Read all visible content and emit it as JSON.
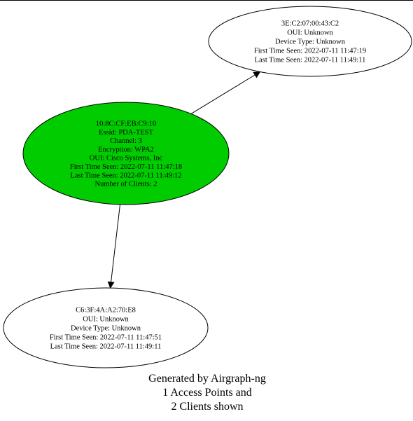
{
  "colors": {
    "ap_fill": "#00cc00",
    "client_fill": "#ffffff",
    "stroke": "#000000",
    "top_border": "#000000"
  },
  "nodes": {
    "access_point": {
      "kind": "access-point",
      "lines": [
        "10:8C:CF:EB:C9:10",
        "Essid: PDA-TEST",
        "Channel: 3",
        "Encryption: WPA2",
        "OUI: Cisco Systems, Inc",
        "First Time Seen:  2022-07-11 11:47:18",
        "Last Time Seen:  2022-07-11 11:49:12",
        "Number of Clients: 2"
      ]
    },
    "client_1": {
      "kind": "client",
      "lines": [
        "3E:C2:07:00:43:C2",
        "OUI: Unknown",
        "Device Type: Unknown",
        "First Time Seen:  2022-07-11 11:47:19",
        "Last Time Seen:  2022-07-11 11:49:11"
      ]
    },
    "client_2": {
      "kind": "client",
      "lines": [
        "C6:3F:4A:A2:70:E8",
        "OUI: Unknown",
        "Device Type: Unknown",
        "First Time Seen:  2022-07-11 11:47:51",
        "Last Time Seen:  2022-07-11 11:49:11"
      ]
    }
  },
  "edges": [
    {
      "from": "access_point",
      "to": "client_1"
    },
    {
      "from": "access_point",
      "to": "client_2"
    }
  ],
  "caption": {
    "lines": [
      "Generated by Airgraph-ng",
      "1 Access Points and",
      "2 Clients shown"
    ]
  }
}
